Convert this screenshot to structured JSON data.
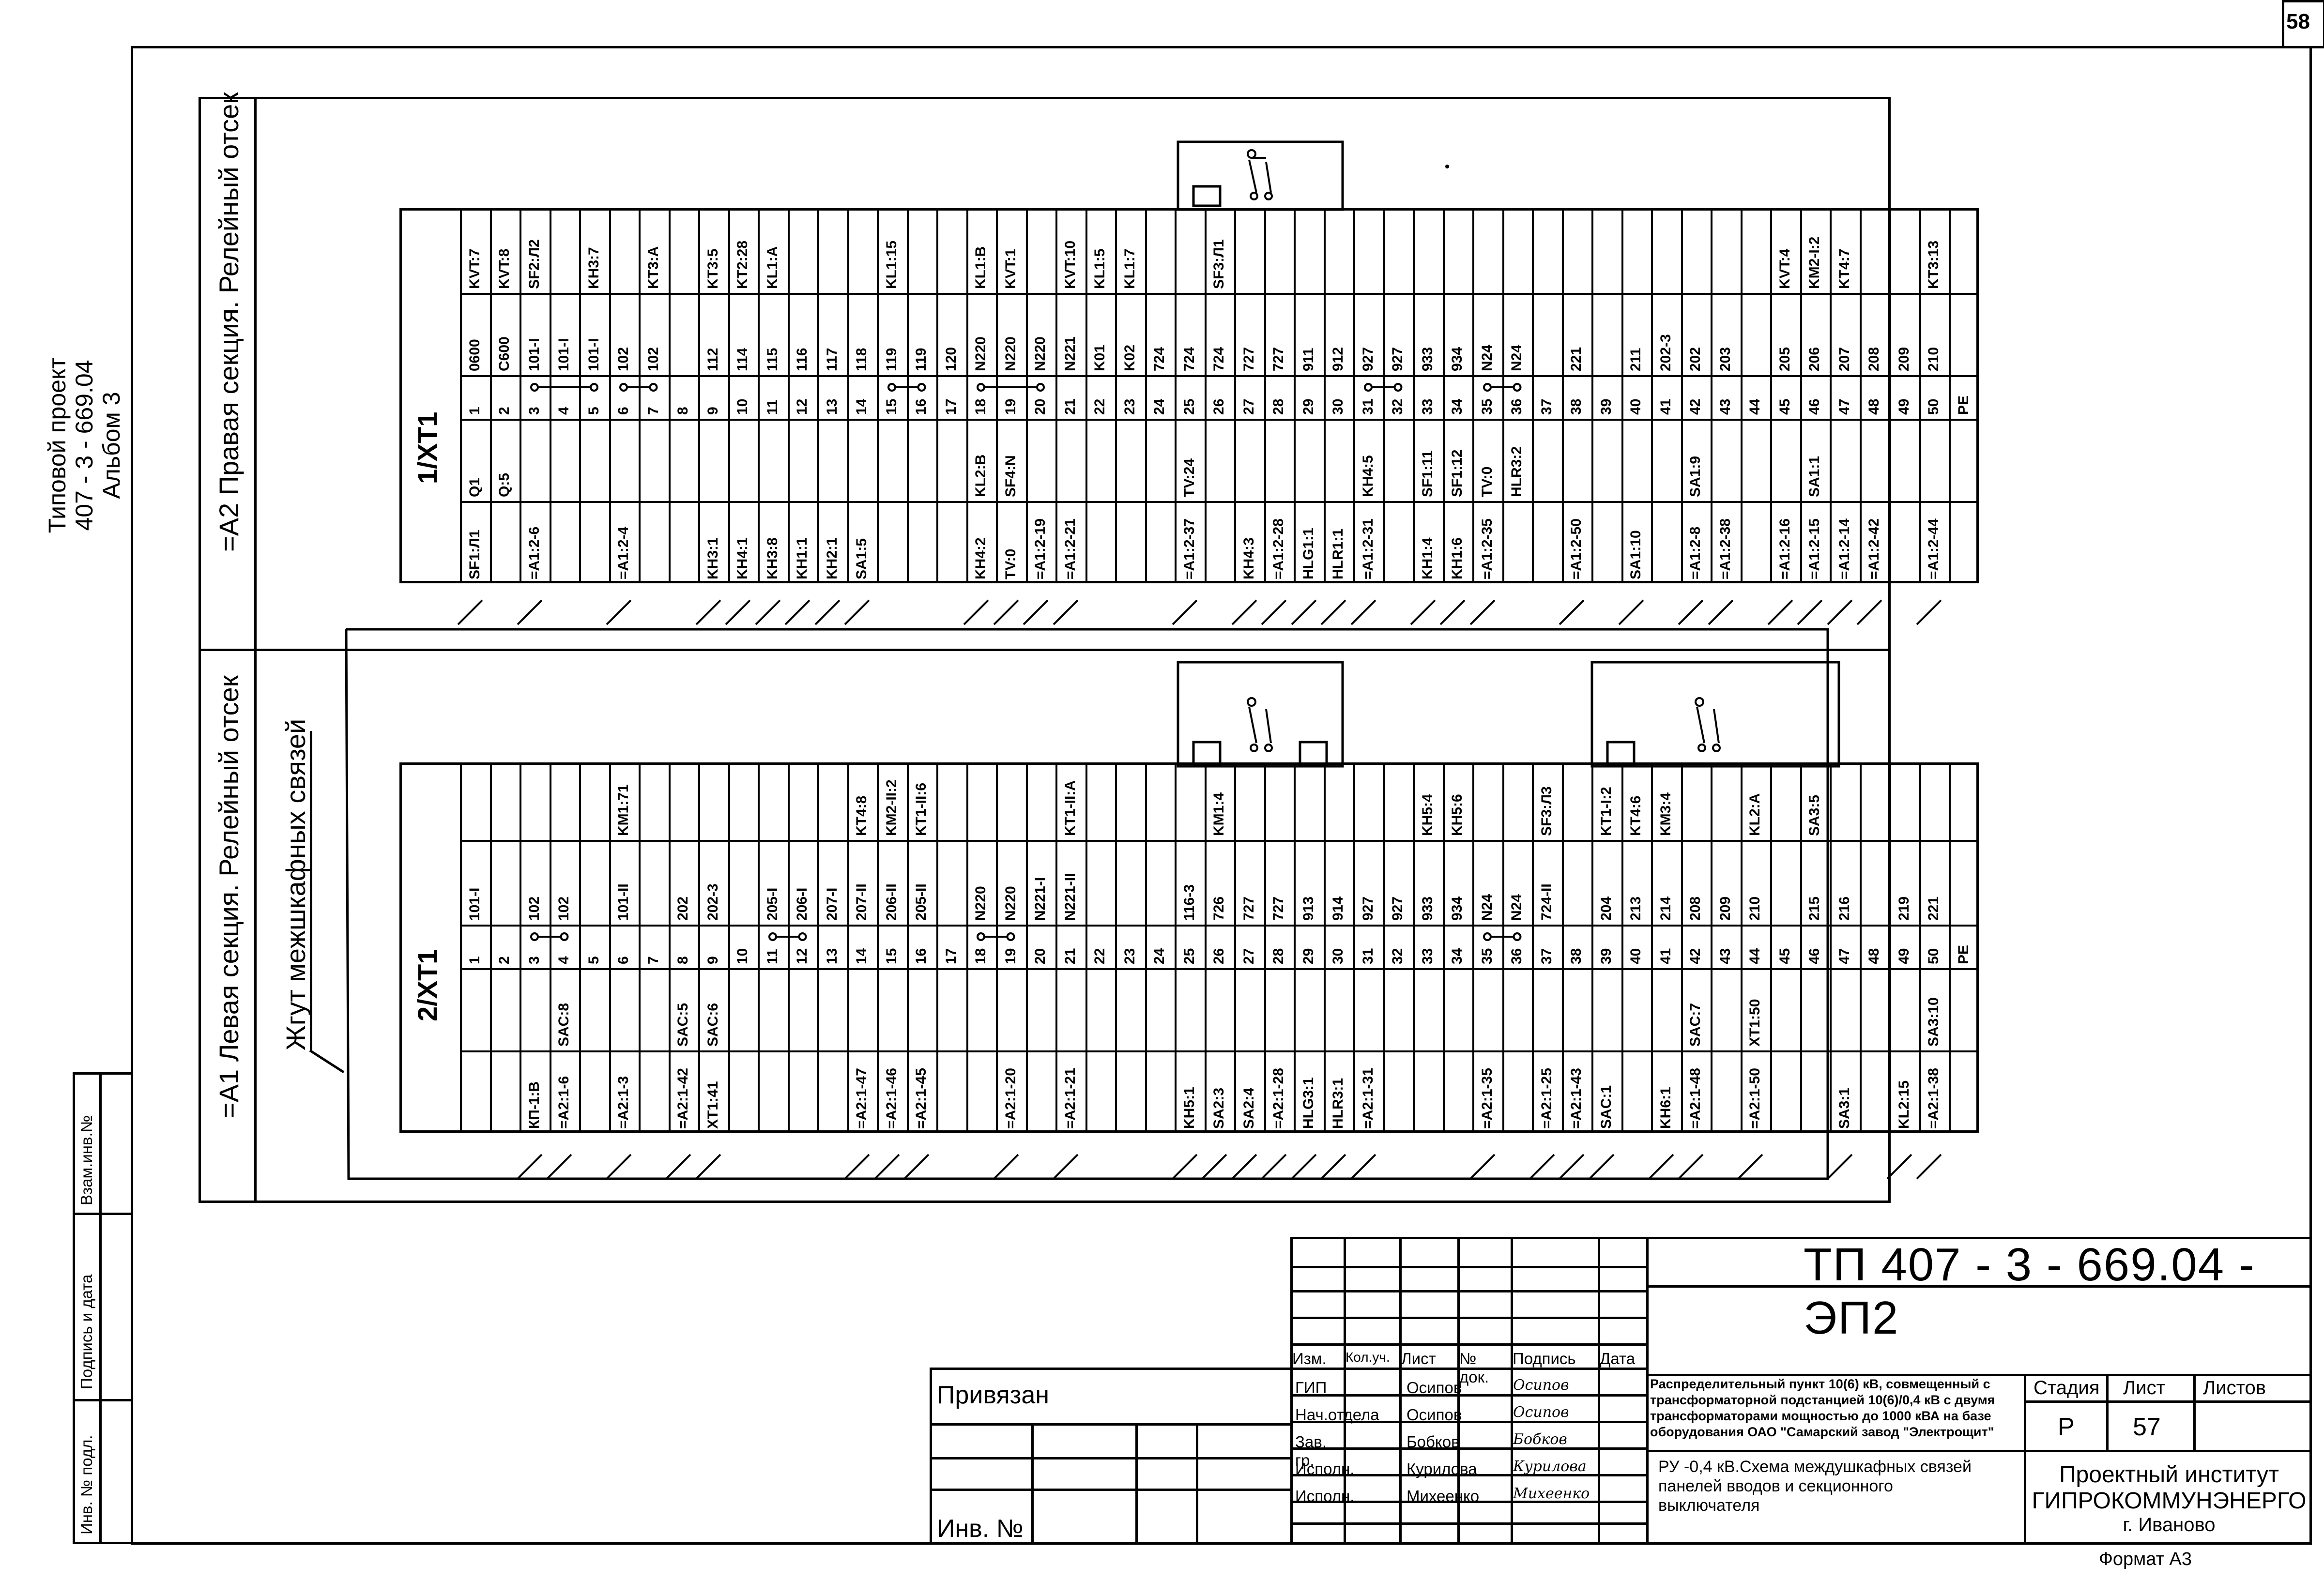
{
  "sheet": {
    "page_number": "58",
    "project_lines": [
      "Типовой проект",
      "407 - 3 - 669.04",
      "Альбом 3"
    ],
    "format_label": "Формат А3"
  },
  "sections": {
    "right": "=А2 Правая секция. Релейный отсек",
    "left": "=А1 Левая секция. Релейный отсек",
    "harness": "Жгут межшкафных связей"
  },
  "xt1": {
    "name": "1/ХТ1",
    "rows": [
      {
        "a": "SF1:Л1",
        "b": "Q1",
        "n": "1",
        "w": "0600",
        "c": "KVT:7"
      },
      {
        "a": "",
        "b": "Q:5",
        "n": "2",
        "w": "C600",
        "c": "KVT:8"
      },
      {
        "a": "=А1:2-6",
        "b": "",
        "n": "3",
        "w": "101-I",
        "c": "SF2:Л2"
      },
      {
        "a": "",
        "b": "",
        "n": "4",
        "w": "101-I",
        "c": ""
      },
      {
        "a": "",
        "b": "",
        "n": "5",
        "w": "101-I",
        "c": "KH3:7"
      },
      {
        "a": "=А1:2-4",
        "b": "",
        "n": "6",
        "w": "102",
        "c": ""
      },
      {
        "a": "",
        "b": "",
        "n": "7",
        "w": "102",
        "c": "KT3:A"
      },
      {
        "a": "",
        "b": "",
        "n": "8",
        "w": "",
        "c": ""
      },
      {
        "a": "KH3:1",
        "b": "",
        "n": "9",
        "w": "112",
        "c": "KT3:5"
      },
      {
        "a": "KH4:1",
        "b": "",
        "n": "10",
        "w": "114",
        "c": "KT2:28"
      },
      {
        "a": "KH3:8",
        "b": "",
        "n": "11",
        "w": "115",
        "c": "KL1:A"
      },
      {
        "a": "KH1:1",
        "b": "",
        "n": "12",
        "w": "116",
        "c": ""
      },
      {
        "a": "KH2:1",
        "b": "",
        "n": "13",
        "w": "117",
        "c": ""
      },
      {
        "a": "SA1:5",
        "b": "",
        "n": "14",
        "w": "118",
        "c": ""
      },
      {
        "a": "",
        "b": "",
        "n": "15",
        "w": "119",
        "c": "KL1:15"
      },
      {
        "a": "",
        "b": "",
        "n": "16",
        "w": "119",
        "c": ""
      },
      {
        "a": "",
        "b": "",
        "n": "17",
        "w": "120",
        "c": ""
      },
      {
        "a": "KH4:2",
        "b": "KL2:B",
        "n": "18",
        "w": "N220",
        "c": "KL1:B"
      },
      {
        "a": "TV:0",
        "b": "SF4:N",
        "n": "19",
        "w": "N220",
        "c": "KVT:1"
      },
      {
        "a": "=А1:2-19",
        "b": "",
        "n": "20",
        "w": "N220",
        "c": ""
      },
      {
        "a": "=А1:2-21",
        "b": "",
        "n": "21",
        "w": "N221",
        "c": "KVT:10"
      },
      {
        "a": "",
        "b": "",
        "n": "22",
        "w": "K01",
        "c": "KL1:5"
      },
      {
        "a": "",
        "b": "",
        "n": "23",
        "w": "K02",
        "c": "KL1:7"
      },
      {
        "a": "",
        "b": "",
        "n": "24",
        "w": "724",
        "c": ""
      },
      {
        "a": "=А1:2-37",
        "b": "TV:24",
        "n": "25",
        "w": "724",
        "c": ""
      },
      {
        "a": "",
        "b": "",
        "n": "26",
        "w": "724",
        "c": "SF3:Л1"
      },
      {
        "a": "KH4:3",
        "b": "",
        "n": "27",
        "w": "727",
        "c": ""
      },
      {
        "a": "=А1:2-28",
        "b": "",
        "n": "28",
        "w": "727",
        "c": ""
      },
      {
        "a": "HLG1:1",
        "b": "",
        "n": "29",
        "w": "911",
        "c": ""
      },
      {
        "a": "HLR1:1",
        "b": "",
        "n": "30",
        "w": "912",
        "c": ""
      },
      {
        "a": "=А1:2-31",
        "b": "KH4:5",
        "n": "31",
        "w": "927",
        "c": ""
      },
      {
        "a": "",
        "b": "",
        "n": "32",
        "w": "927",
        "c": ""
      },
      {
        "a": "KH1:4",
        "b": "SF1:11",
        "n": "33",
        "w": "933",
        "c": ""
      },
      {
        "a": "KH1:6",
        "b": "SF1:12",
        "n": "34",
        "w": "934",
        "c": ""
      },
      {
        "a": "=А1:2-35",
        "b": "TV:0",
        "n": "35",
        "w": "N24",
        "c": ""
      },
      {
        "a": "",
        "b": "HLR3:2",
        "n": "36",
        "w": "N24",
        "c": ""
      },
      {
        "a": "",
        "b": "",
        "n": "37",
        "w": "",
        "c": ""
      },
      {
        "a": "=А1:2-50",
        "b": "",
        "n": "38",
        "w": "221",
        "c": ""
      },
      {
        "a": "",
        "b": "",
        "n": "39",
        "w": "",
        "c": ""
      },
      {
        "a": "SA1:10",
        "b": "",
        "n": "40",
        "w": "211",
        "c": ""
      },
      {
        "a": "",
        "b": "",
        "n": "41",
        "w": "202-3",
        "c": ""
      },
      {
        "a": "=А1:2-8",
        "b": "SA1:9",
        "n": "42",
        "w": "202",
        "c": ""
      },
      {
        "a": "=А1:2-38",
        "b": "",
        "n": "43",
        "w": "203",
        "c": ""
      },
      {
        "a": "",
        "b": "",
        "n": "44",
        "w": "",
        "c": ""
      },
      {
        "a": "=А1:2-16",
        "b": "",
        "n": "45",
        "w": "205",
        "c": "KVT:4"
      },
      {
        "a": "=А1:2-15",
        "b": "SA1:1",
        "n": "46",
        "w": "206",
        "c": "KM2-I:2"
      },
      {
        "a": "=А1:2-14",
        "b": "",
        "n": "47",
        "w": "207",
        "c": "KT4:7"
      },
      {
        "a": "=А1:2-42",
        "b": "",
        "n": "48",
        "w": "208",
        "c": ""
      },
      {
        "a": "",
        "b": "",
        "n": "49",
        "w": "209",
        "c": ""
      },
      {
        "a": "=А1:2-44",
        "b": "",
        "n": "50",
        "w": "210",
        "c": "KT3:13"
      },
      {
        "a": "",
        "b": "",
        "n": "PE",
        "w": "",
        "c": ""
      }
    ]
  },
  "xt2": {
    "name": "2/ХТ1",
    "rows": [
      {
        "a": "",
        "b": "",
        "n": "1",
        "w": "101-I",
        "c": ""
      },
      {
        "a": "",
        "b": "",
        "n": "2",
        "w": "",
        "c": ""
      },
      {
        "a": "КП-1:В",
        "b": "",
        "n": "3",
        "w": "102",
        "c": ""
      },
      {
        "a": "=А2:1-6",
        "b": "SAC:8",
        "n": "4",
        "w": "102",
        "c": ""
      },
      {
        "a": "",
        "b": "",
        "n": "5",
        "w": "",
        "c": ""
      },
      {
        "a": "=А2:1-3",
        "b": "",
        "n": "6",
        "w": "101-II",
        "c": "KM1:71"
      },
      {
        "a": "",
        "b": "",
        "n": "7",
        "w": "",
        "c": ""
      },
      {
        "a": "=А2:1-42",
        "b": "SAC:5",
        "n": "8",
        "w": "202",
        "c": ""
      },
      {
        "a": "XT1:41",
        "b": "SAC:6",
        "n": "9",
        "w": "202-3",
        "c": ""
      },
      {
        "a": "",
        "b": "",
        "n": "10",
        "w": "",
        "c": ""
      },
      {
        "a": "",
        "b": "",
        "n": "11",
        "w": "205-I",
        "c": ""
      },
      {
        "a": "",
        "b": "",
        "n": "12",
        "w": "206-I",
        "c": ""
      },
      {
        "a": "",
        "b": "",
        "n": "13",
        "w": "207-I",
        "c": ""
      },
      {
        "a": "=А2:1-47",
        "b": "",
        "n": "14",
        "w": "207-II",
        "c": "KT4:8"
      },
      {
        "a": "=А2:1-46",
        "b": "",
        "n": "15",
        "w": "206-II",
        "c": "KM2-II:2"
      },
      {
        "a": "=А2:1-45",
        "b": "",
        "n": "16",
        "w": "205-II",
        "c": "KT1-II:6"
      },
      {
        "a": "",
        "b": "",
        "n": "17",
        "w": "",
        "c": ""
      },
      {
        "a": "",
        "b": "",
        "n": "18",
        "w": "N220",
        "c": ""
      },
      {
        "a": "=А2:1-20",
        "b": "",
        "n": "19",
        "w": "N220",
        "c": ""
      },
      {
        "a": "",
        "b": "",
        "n": "20",
        "w": "N221-I",
        "c": ""
      },
      {
        "a": "=А2:1-21",
        "b": "",
        "n": "21",
        "w": "N221-II",
        "c": "KT1-II:A"
      },
      {
        "a": "",
        "b": "",
        "n": "22",
        "w": "",
        "c": ""
      },
      {
        "a": "",
        "b": "",
        "n": "23",
        "w": "",
        "c": ""
      },
      {
        "a": "",
        "b": "",
        "n": "24",
        "w": "",
        "c": ""
      },
      {
        "a": "KH5:1",
        "b": "",
        "n": "25",
        "w": "116-3",
        "c": ""
      },
      {
        "a": "SA2:3",
        "b": "",
        "n": "26",
        "w": "726",
        "c": "KM1:4"
      },
      {
        "a": "SA2:4",
        "b": "",
        "n": "27",
        "w": "727",
        "c": ""
      },
      {
        "a": "=А2:1-28",
        "b": "",
        "n": "28",
        "w": "727",
        "c": ""
      },
      {
        "a": "HLG3:1",
        "b": "",
        "n": "29",
        "w": "913",
        "c": ""
      },
      {
        "a": "HLR3:1",
        "b": "",
        "n": "30",
        "w": "914",
        "c": ""
      },
      {
        "a": "=А2:1-31",
        "b": "",
        "n": "31",
        "w": "927",
        "c": ""
      },
      {
        "a": "",
        "b": "",
        "n": "32",
        "w": "927",
        "c": ""
      },
      {
        "a": "",
        "b": "",
        "n": "33",
        "w": "933",
        "c": "KH5:4"
      },
      {
        "a": "",
        "b": "",
        "n": "34",
        "w": "934",
        "c": "KH5:6"
      },
      {
        "a": "=А2:1-35",
        "b": "",
        "n": "35",
        "w": "N24",
        "c": ""
      },
      {
        "a": "",
        "b": "",
        "n": "36",
        "w": "N24",
        "c": ""
      },
      {
        "a": "=А2:1-25",
        "b": "",
        "n": "37",
        "w": "724-II",
        "c": "SF3:Л3"
      },
      {
        "a": "=А2:1-43",
        "b": "",
        "n": "38",
        "w": "",
        "c": ""
      },
      {
        "a": "SAC:1",
        "b": "",
        "n": "39",
        "w": "204",
        "c": "KT1-I:2"
      },
      {
        "a": "",
        "b": "",
        "n": "40",
        "w": "213",
        "c": "KT4:6"
      },
      {
        "a": "KH6:1",
        "b": "",
        "n": "41",
        "w": "214",
        "c": "KM3:4"
      },
      {
        "a": "=А2:1-48",
        "b": "SAC:7",
        "n": "42",
        "w": "208",
        "c": ""
      },
      {
        "a": "",
        "b": "",
        "n": "43",
        "w": "209",
        "c": ""
      },
      {
        "a": "=А2:1-50",
        "b": "XT1:50",
        "n": "44",
        "w": "210",
        "c": "KL2:A"
      },
      {
        "a": "",
        "b": "",
        "n": "45",
        "w": "",
        "c": ""
      },
      {
        "a": "",
        "b": "",
        "n": "46",
        "w": "215",
        "c": "SA3:5"
      },
      {
        "a": "SA3:1",
        "b": "",
        "n": "47",
        "w": "216",
        "c": ""
      },
      {
        "a": "",
        "b": "",
        "n": "48",
        "w": "",
        "c": ""
      },
      {
        "a": "KL2:15",
        "b": "",
        "n": "49",
        "w": "219",
        "c": ""
      },
      {
        "a": "=А2:1-38",
        "b": "SA3:10",
        "n": "50",
        "w": "221",
        "c": ""
      },
      {
        "a": "",
        "b": "",
        "n": "PE",
        "w": "",
        "c": ""
      }
    ]
  },
  "side_stamp": [
    "Инв. № подл.",
    "Подпись и дата",
    "Взам.инв.№"
  ],
  "title_block": {
    "code": "ТП  407 - 3 - 669.04 - ЭП2",
    "privyazan": "Привязан",
    "inv_no": "Инв. №",
    "headers": [
      "Изм.",
      "Кол.уч.",
      "Лист",
      "№ док.",
      "Подпись",
      "Дата"
    ],
    "people": [
      {
        "role": "ГИП",
        "name": "Осипов",
        "sign": "Осипов"
      },
      {
        "role": "Нач.отдела",
        "name": "Осипов",
        "sign": "Осипов"
      },
      {
        "role": "Зав. гр.",
        "name": "Бобков",
        "sign": "Бобков"
      },
      {
        "role": "Исполн.",
        "name": "Курилова",
        "sign": "Курилова"
      },
      {
        "role": "Исполн.",
        "name": "Михеенко",
        "sign": "Михеенко"
      }
    ],
    "description": [
      "Распределительный пункт 10(6) кВ, совмещенный с",
      "трансформаторной подстанцией 10(6)/0,4 кВ с двумя",
      "трансформаторами мощностью до 1000 кВА на базе",
      "оборудования ОАО \"Самарский завод \"Электрощит\""
    ],
    "sheet_title": [
      "РУ -0,4 кВ.Схема междушкафных связей",
      "панелей вводов и секционного",
      "выключателя"
    ],
    "stage_label": "Стадия",
    "sheet_label": "Лист",
    "sheets_label": "Листов",
    "stage": "Р",
    "sheet": "57",
    "sheets": "",
    "org": [
      "Проектный институт",
      "ГИПРОКОММУНЭНЕРГО",
      "г. Иваново"
    ]
  }
}
